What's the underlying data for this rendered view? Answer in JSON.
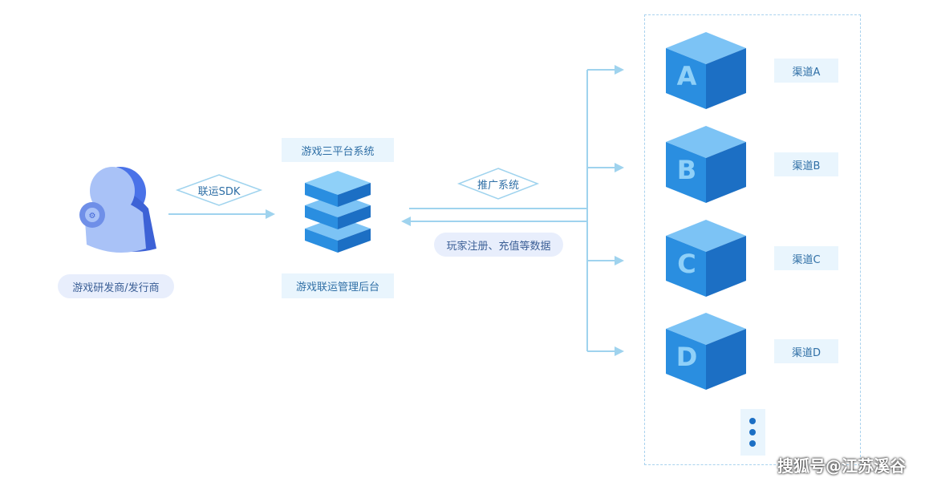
{
  "developer": {
    "label": "游戏研发商/发行商"
  },
  "sdk": {
    "label": "联运SDK"
  },
  "platform": {
    "top_label": "游戏三平台系统",
    "bottom_label": "游戏联运管理后台"
  },
  "promotion": {
    "label": "推广系统"
  },
  "return_data": {
    "label": "玩家注册、充值等数据"
  },
  "channels": [
    {
      "letter": "A",
      "label": "渠道A"
    },
    {
      "letter": "B",
      "label": "渠道B"
    },
    {
      "letter": "C",
      "label": "渠道C"
    },
    {
      "letter": "D",
      "label": "渠道D"
    }
  ],
  "watermark": "搜狐号@江苏溪谷",
  "colors": {
    "cube_top": "#7cc3f5",
    "cube_left": "#2a8ee0",
    "cube_right": "#1c6fc4",
    "arrow": "#9fd3ee",
    "person_front": "#4a72e8",
    "person_back": "#a9c2f7"
  }
}
